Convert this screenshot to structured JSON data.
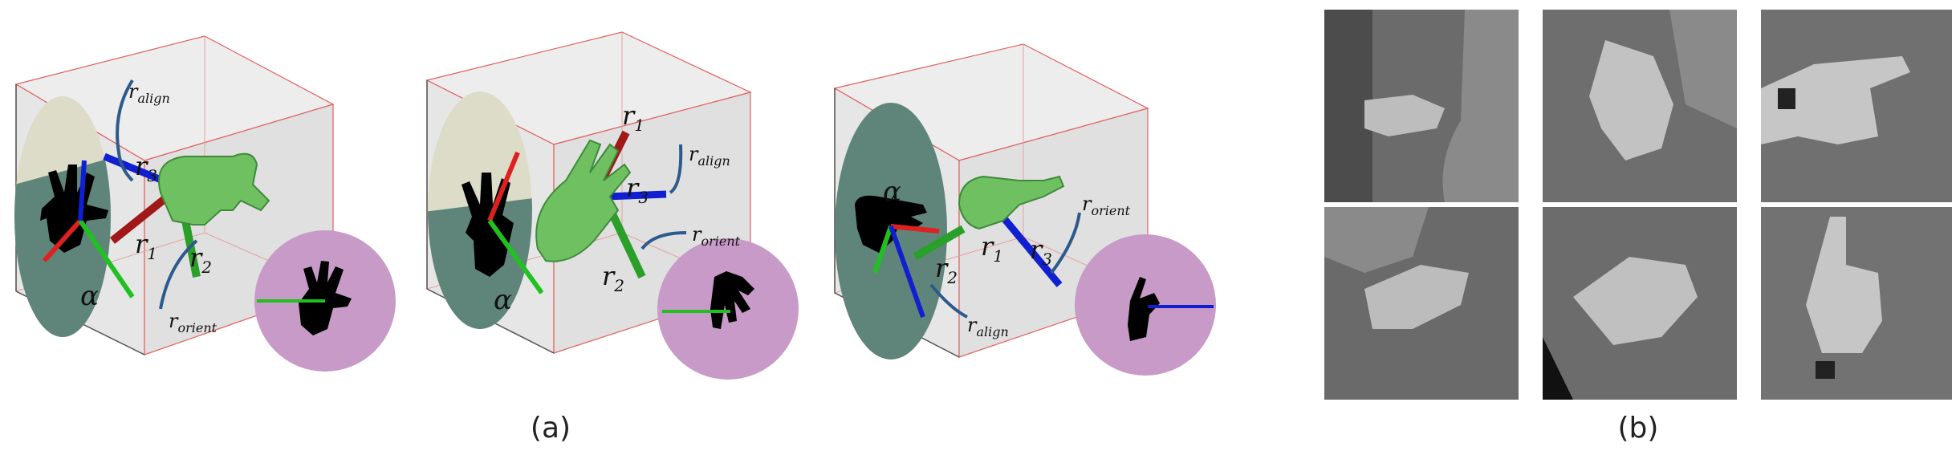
{
  "panel_a": {
    "caption": "(a)",
    "labels": {
      "alpha": "α",
      "r": "r",
      "sub_align": "align",
      "sub_orient": "orient",
      "sub_1": "1",
      "sub_2": "2",
      "sub_3": "3"
    }
  },
  "panel_b": {
    "caption": "(b)"
  },
  "colors": {
    "box_edge": "#e06060",
    "box_fill": "#e3e3e3",
    "disk": "#5f857a",
    "disk_light": "#dcdcc8",
    "hand_green": "#6fc060",
    "axis_red": "#e02020",
    "axis_green": "#20c020",
    "axis_blue": "#1020d0",
    "curve": "#2c5a8c",
    "circle_purple": "#c79ac7",
    "photo_bg": "#6d6d6d"
  }
}
